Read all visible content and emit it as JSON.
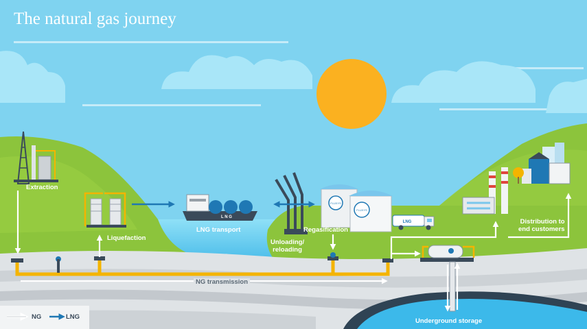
{
  "title": "The natural gas journey",
  "labels": {
    "extraction": "Extraction",
    "liquefaction": "Liquefaction",
    "lng_transport": "LNG transport",
    "unloading": "Unloading/\nreloading",
    "regasification": "Regasification",
    "distribution": "Distribution to\nend customers",
    "ng_transmission": "NG transmission",
    "underground_storage": "Underground storage"
  },
  "ship_text": "L  N  G",
  "truck_text": "LNG",
  "tank_logo": "FLUXYS",
  "legend": {
    "ng": "NG",
    "lng": "LNG"
  },
  "colors": {
    "sky": "#7fd3f0",
    "sun": "#fbb120",
    "grass": "#8cc43c",
    "water": "#4cc0ea",
    "pipe": "#f4b400",
    "lng_arrow": "#1f78b4",
    "ng_arrow": "#ffffff"
  }
}
